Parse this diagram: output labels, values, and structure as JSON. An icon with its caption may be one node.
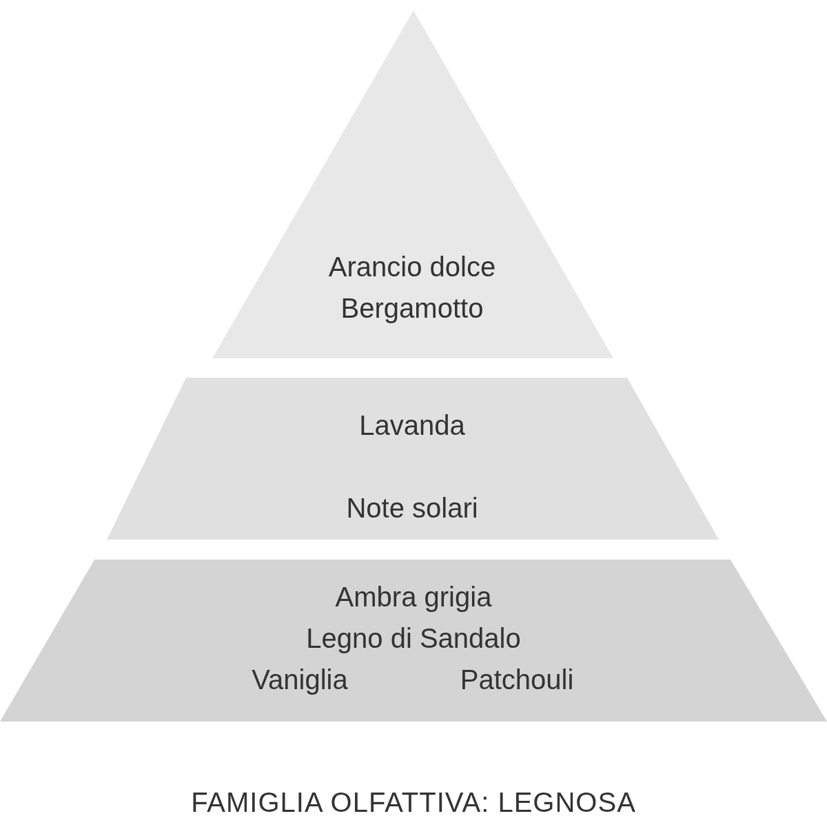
{
  "diagram": {
    "caption": "FAMIGLIA OLFATTIVA: LEGNOSA",
    "nodes": [
      {
        "text": [
          "Arancio dolce",
          "Bergamotto"
        ]
      },
      {
        "text": [
          "Lavanda",
          "Note solari"
        ]
      },
      {
        "text": [
          "Ambra grigia",
          "Legno di Sandalo",
          "Vaniglia",
          "Patchouli"
        ]
      }
    ]
  }
}
